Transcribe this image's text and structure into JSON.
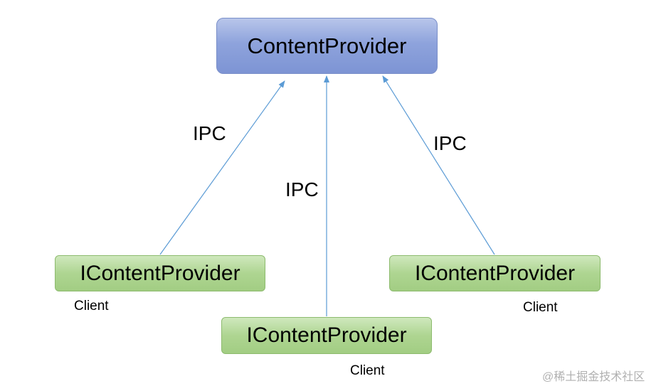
{
  "provider": {
    "label": "ContentProvider"
  },
  "clients": [
    {
      "label": "IContentProvider",
      "caption": "Client",
      "connection_label": "IPC"
    },
    {
      "label": "IContentProvider",
      "caption": "Client",
      "connection_label": "IPC"
    },
    {
      "label": "IContentProvider",
      "caption": "Client",
      "connection_label": "IPC"
    }
  ],
  "watermark": "@稀土掘金技术社区",
  "colors": {
    "provider_fill": "#8ea3dc",
    "client_fill": "#aed591",
    "arrow": "#5b9bd5"
  }
}
